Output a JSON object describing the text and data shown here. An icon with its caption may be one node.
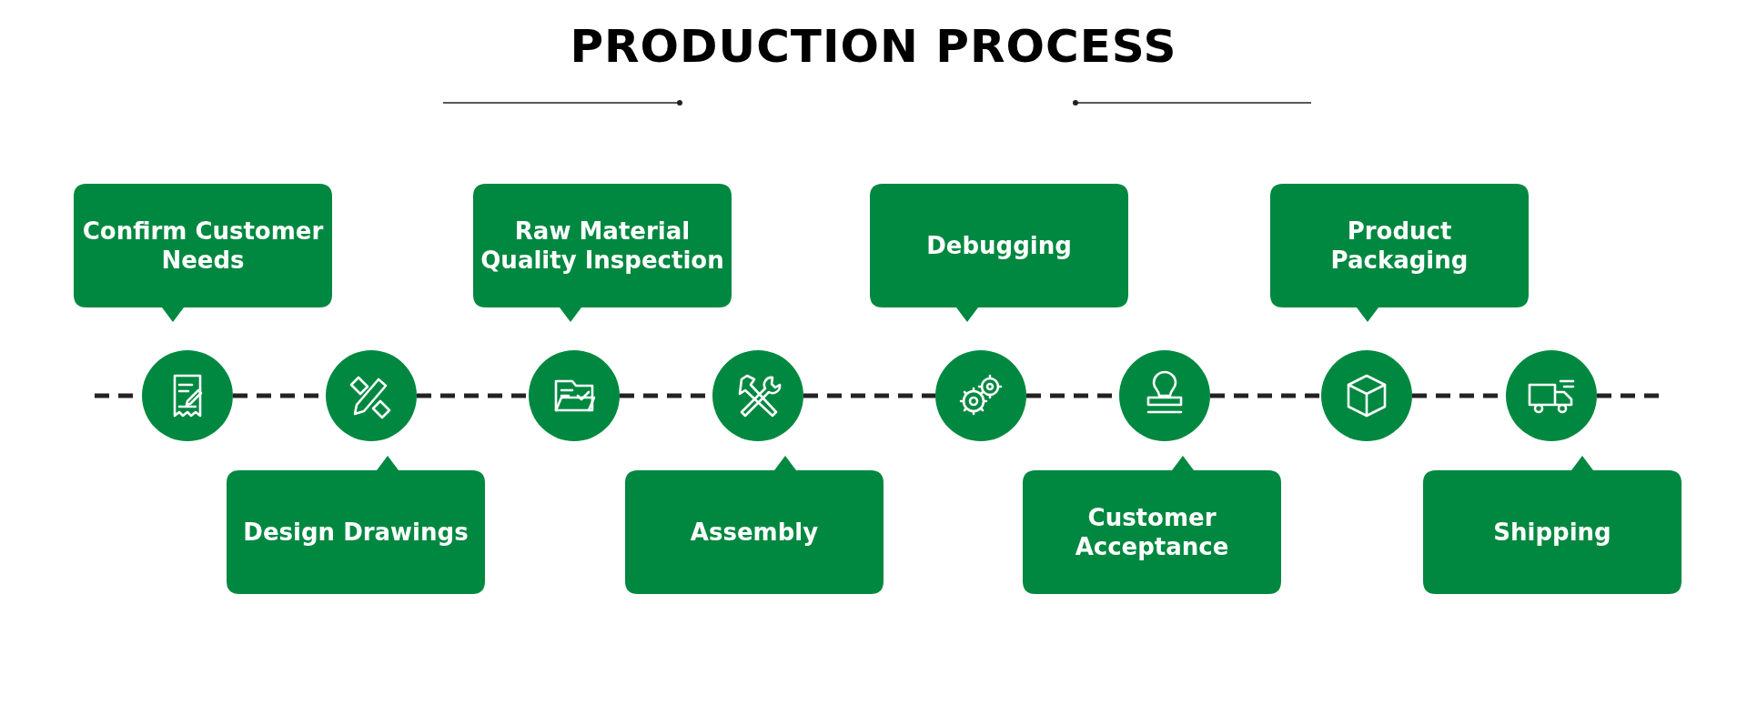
{
  "diagram": {
    "title": "PRODUCTION PROCESS",
    "nodes": [
      {
        "text": [
          "Confirm Customer Needs"
        ]
      },
      {
        "text": [
          "Design Drawings"
        ]
      },
      {
        "text": [
          "Raw Material Quality Inspection"
        ]
      },
      {
        "text": [
          "Assembly"
        ]
      },
      {
        "text": [
          "Debugging"
        ]
      },
      {
        "text": [
          "Customer Acceptance"
        ]
      },
      {
        "text": [
          "Product Packaging"
        ]
      },
      {
        "text": [
          "Shipping"
        ]
      },
      {
        "text": [],
        "shape": "circle"
      },
      {
        "text": [],
        "shape": "circle"
      },
      {
        "text": [],
        "shape": "circle"
      },
      {
        "text": [],
        "shape": "circle"
      },
      {
        "text": [],
        "shape": "circle"
      },
      {
        "text": [],
        "shape": "circle"
      },
      {
        "text": [],
        "shape": "circle"
      },
      {
        "text": [],
        "shape": "circle"
      }
    ],
    "edges": [
      {
        "from": null,
        "to": 8,
        "arrow": "none",
        "style": "dashed"
      },
      {
        "from": 8,
        "to": 9,
        "arrow": "none",
        "style": "dashed"
      },
      {
        "from": 9,
        "to": 10,
        "arrow": "none",
        "style": "dashed"
      },
      {
        "from": 10,
        "to": 11,
        "arrow": "none",
        "style": "dashed"
      },
      {
        "from": 11,
        "to": 12,
        "arrow": "none",
        "style": "dashed"
      },
      {
        "from": 12,
        "to": 13,
        "arrow": "none",
        "style": "dashed"
      },
      {
        "from": 13,
        "to": 14,
        "arrow": "none",
        "style": "dashed"
      },
      {
        "from": 14,
        "to": 15,
        "arrow": "none",
        "style": "dashed"
      },
      {
        "from": 15,
        "to": null,
        "arrow": "none",
        "style": "dashed"
      }
    ]
  }
}
